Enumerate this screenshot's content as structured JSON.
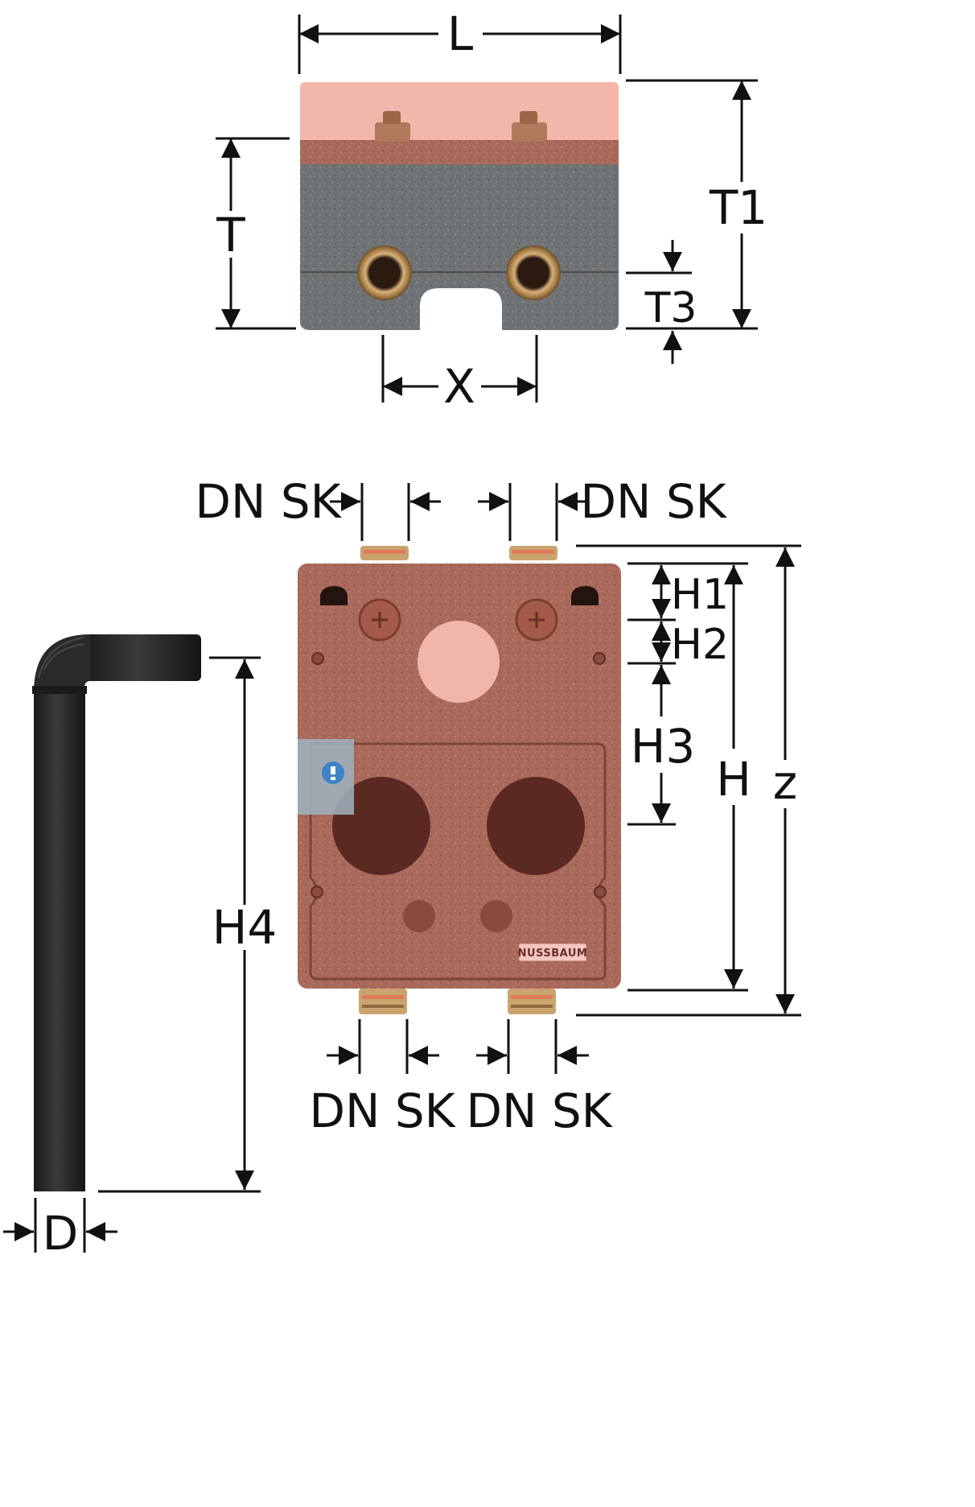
{
  "labels": {
    "top_length": "L",
    "top_depth": "T",
    "top_depth_total": "T1",
    "top_depth_3": "T3",
    "top_spacing": "X",
    "dn_sk_top_left": "DN SK",
    "dn_sk_top_right": "DN SK",
    "dn_sk_bottom_left": "DN SK",
    "dn_sk_bottom_right": "DN SK",
    "h1": "H1",
    "h2": "H2",
    "h3": "H3",
    "h": "H",
    "z": "z",
    "h4": "H4",
    "d": "D"
  },
  "brand": "NUSSBAUM",
  "colors": {
    "cover_pink": "#f2b4a8",
    "eps_brown": "#a8685a",
    "eps_grey": "#6f7274",
    "pipe_black": "#2a2a2c",
    "brass": "#c59a5e",
    "dimension_line": "#111111"
  }
}
